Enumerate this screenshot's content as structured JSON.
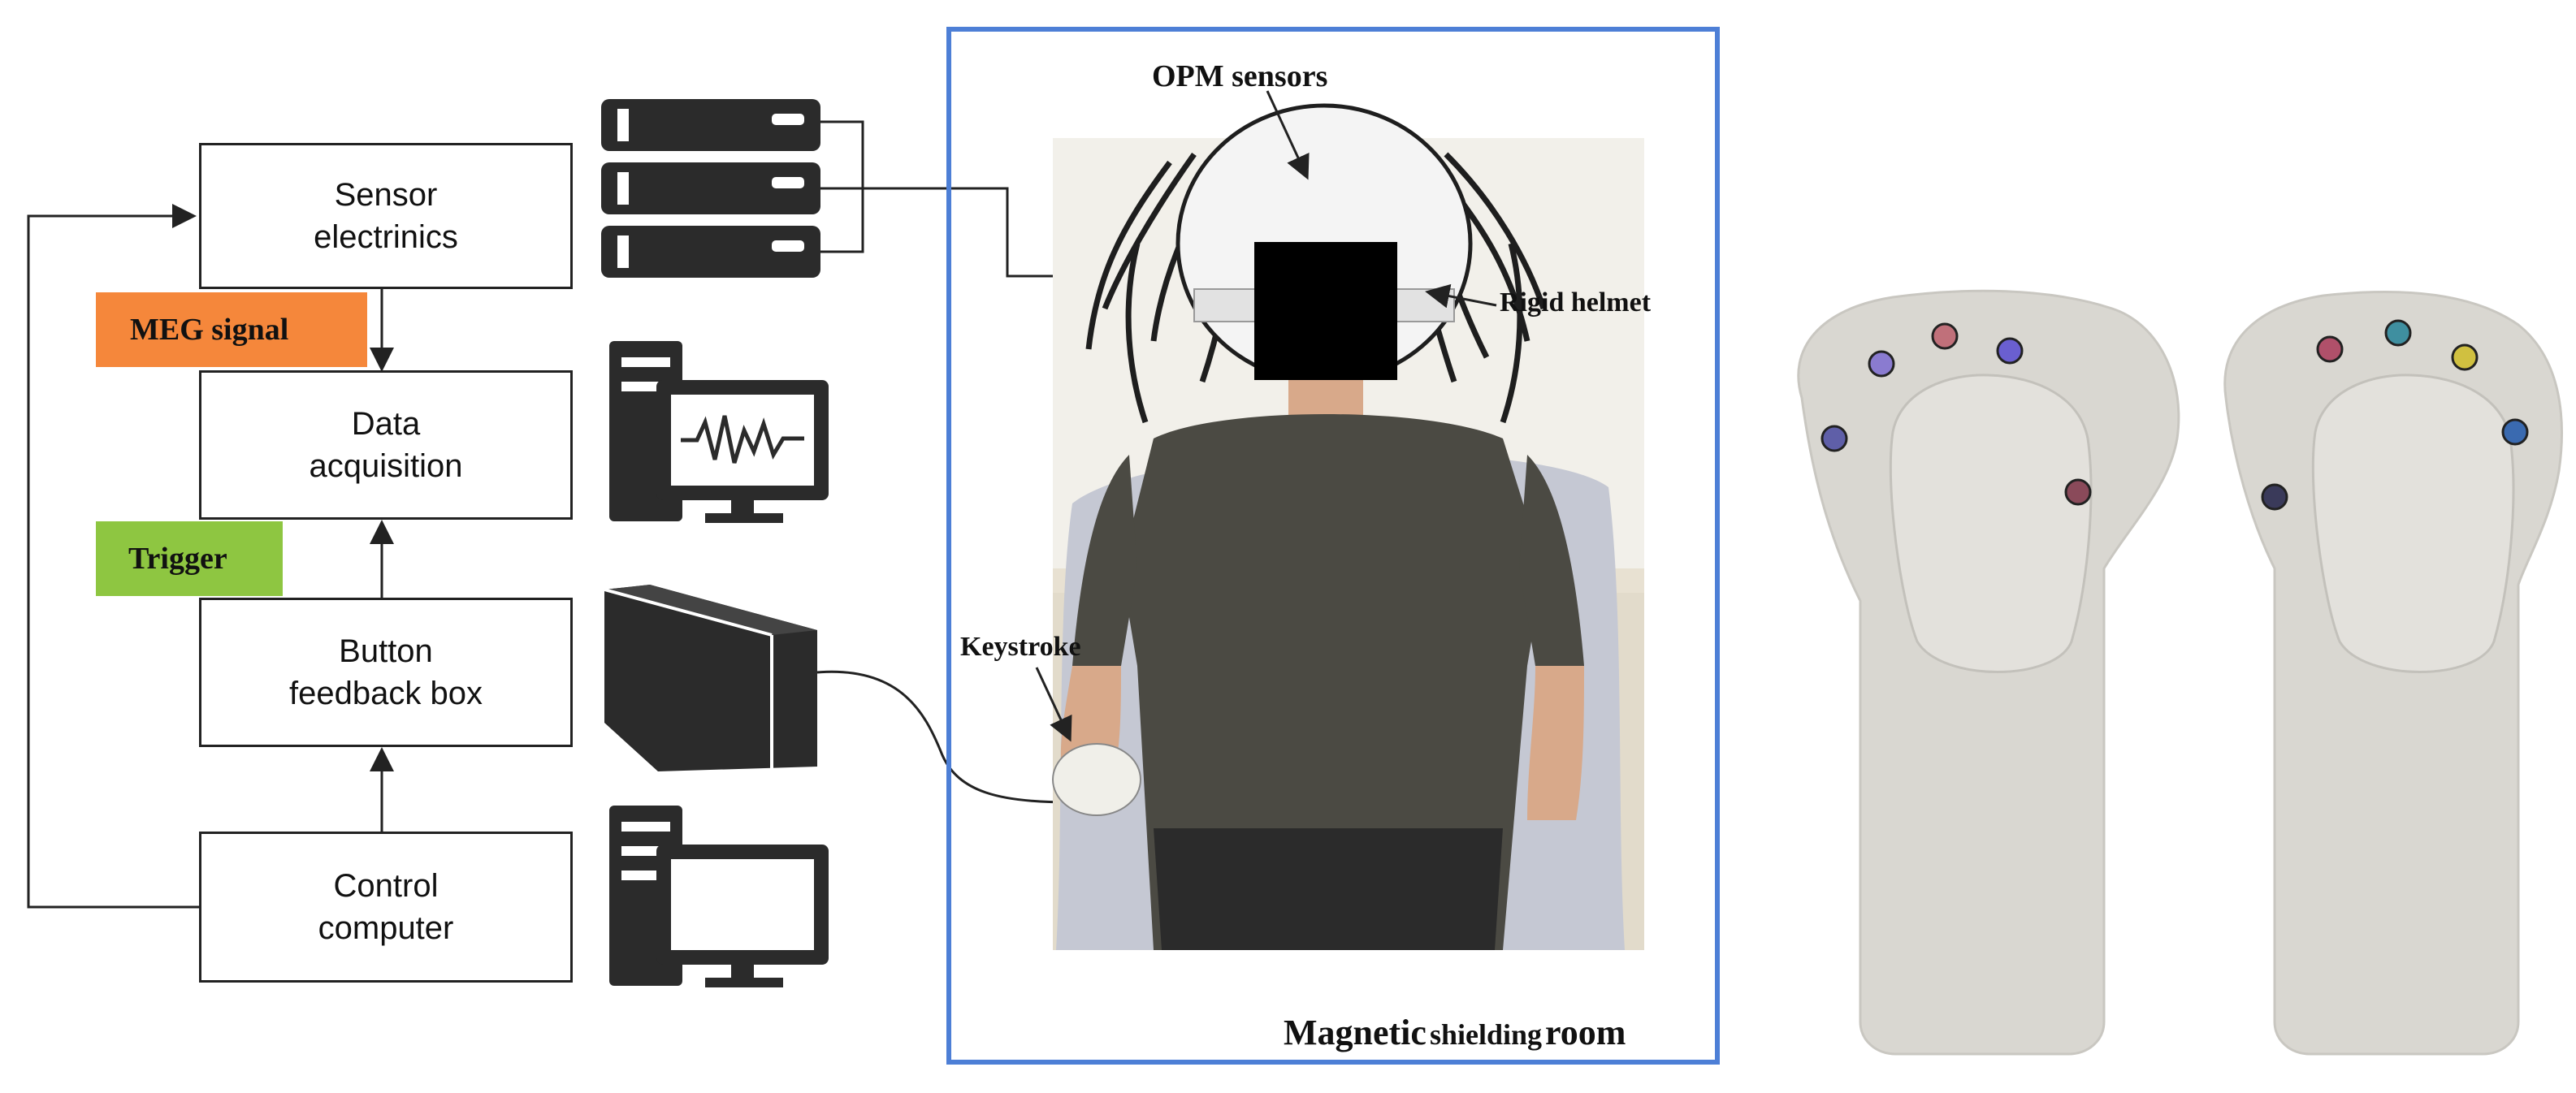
{
  "flow": {
    "sensor_box": "Sensor\nelectrinics",
    "acq_box": "Data\nacquisition",
    "button_box": "Button\nfeedback box",
    "control_box": "Control\ncomputer",
    "meg_tag": "MEG signal",
    "trigger_tag": "Trigger"
  },
  "colors": {
    "meg_tag": "#f5873b",
    "trigger_tag": "#8ec641",
    "room_border": "#4d7fd6",
    "icon_fill": "#2b2b2b"
  },
  "room": {
    "opm_label": "OPM sensors",
    "helmet_label": "Rigid helmet",
    "keystroke_label": "Keystroke",
    "title_a": "Magnetic",
    "title_b": "shielding",
    "title_c": "room"
  },
  "icons": [
    "server-rack-icon",
    "data-monitor-icon",
    "box-icon",
    "computer-icon"
  ]
}
